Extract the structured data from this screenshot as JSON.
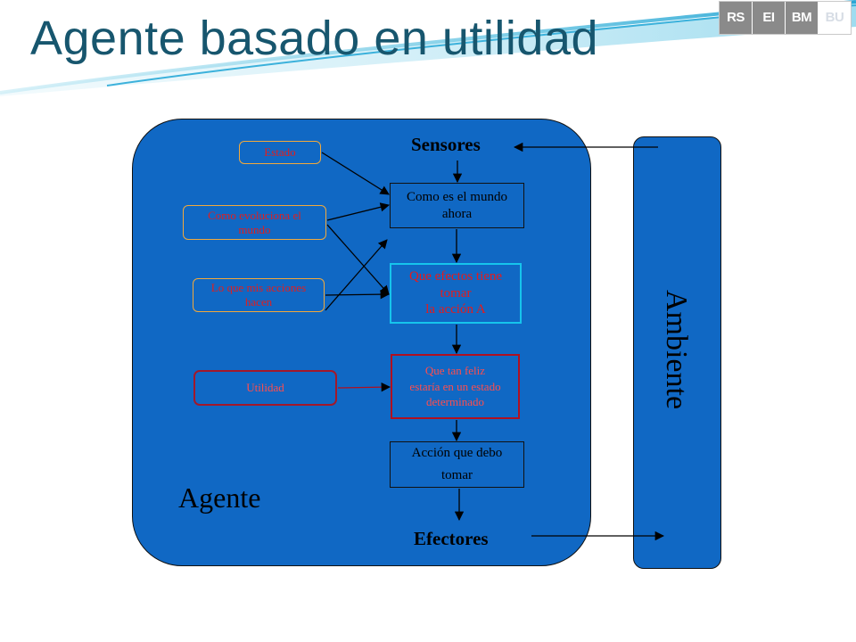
{
  "title": "Agente basado en utilidad",
  "tabs": [
    "RS",
    "EI",
    "BM",
    "BU"
  ],
  "agent_label": "Agente",
  "environment_label": "Ambiente",
  "sensors_label": "Sensores",
  "effectors_label": "Efectores",
  "boxes": {
    "state": "Estado",
    "evolves": "Como evoluciona el\nmundo",
    "actions": "Lo que mis acciones\nhacen",
    "utility": "Utilidad",
    "world_now": "Como es el mundo\nahora",
    "effects": "Que efectos tiene\ntomar\nla acción A",
    "happiness": "Que tan feliz\nestaría en un estado\ndeterminado",
    "action": "Acción que debo\ntomar"
  },
  "colors": {
    "title": "#17566e",
    "box_fill": "#1068c4",
    "accent_cyan": "#16c4ec",
    "accent_red": "#b01020",
    "accent_orange": "#f2a93b"
  }
}
